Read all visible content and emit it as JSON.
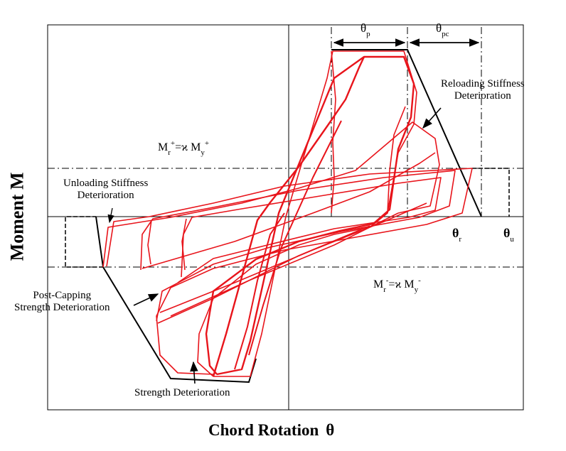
{
  "labels": {
    "x_axis": "Chord Rotation",
    "x_axis_symbol": "θ",
    "y_axis": "Moment M",
    "theta_p": "θ",
    "theta_p_sub": "p",
    "theta_pc": "θ",
    "theta_pc_sub": "pc",
    "theta_r": "θ",
    "theta_r_sub": "r",
    "theta_u": "θ",
    "theta_u_sub": "u",
    "mr_pos": {
      "m1": "M",
      "r": "r",
      "plus1": "+",
      "eq": "=ϰ M",
      "y": "y",
      "plus2": "+"
    },
    "mr_neg": {
      "m1": "M",
      "r": "r",
      "minus1": "-",
      "eq": "=ϰ M",
      "y": "y",
      "minus2": "-"
    },
    "reloading": [
      "Reloading Stiffness",
      "Deterioration"
    ],
    "unloading": [
      "Unloading Stiffness",
      "Deterioration"
    ],
    "post_capping": [
      "Post-Capping",
      "Strength Deterioration"
    ],
    "strength": "Strength Deterioration"
  },
  "colors": {
    "hysteresis": "#e8141b",
    "backbone": "#000000",
    "frame": "#000000"
  }
}
